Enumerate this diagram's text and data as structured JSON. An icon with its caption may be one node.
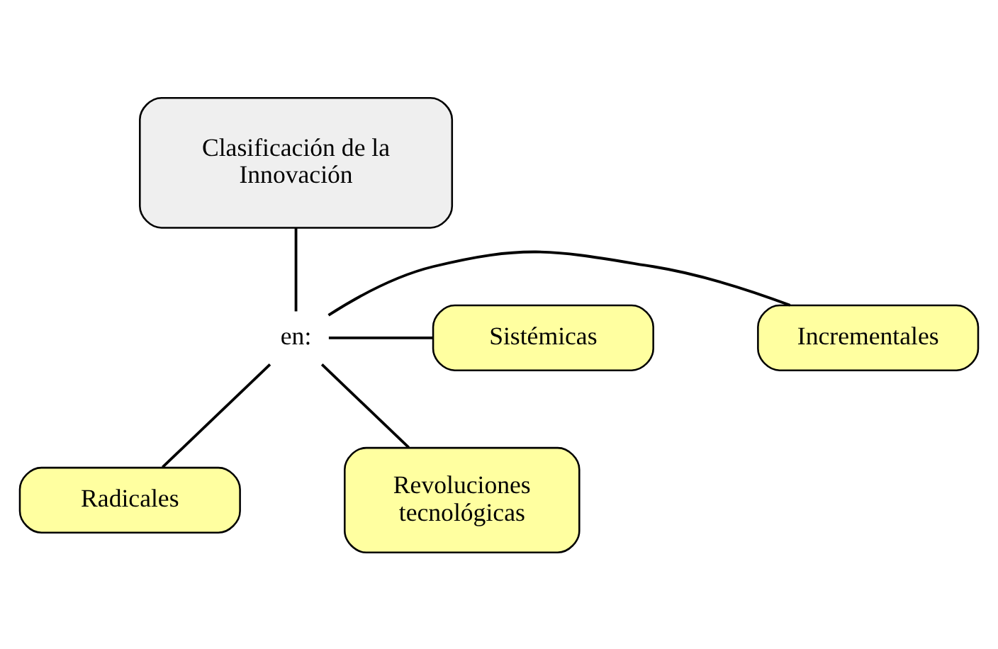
{
  "diagram": {
    "nodes": [
      {
        "text": [
          "Clasificación de la Innovación"
        ]
      },
      {
        "text": [
          "en:"
        ]
      },
      {
        "text": [
          "Incrementales"
        ]
      },
      {
        "text": [
          "Sistémicas"
        ]
      },
      {
        "text": [
          "Radicales"
        ]
      },
      {
        "text": [
          "Revoluciones tecnológicas"
        ]
      }
    ],
    "edges": [
      {
        "from": 0,
        "to": 1,
        "arrow": "none"
      },
      {
        "from": 1,
        "to": 2,
        "arrow": "none"
      },
      {
        "from": 1,
        "to": 3,
        "arrow": "none"
      },
      {
        "from": 1,
        "to": 4,
        "arrow": "none"
      },
      {
        "from": 1,
        "to": 5,
        "arrow": "none"
      }
    ]
  }
}
